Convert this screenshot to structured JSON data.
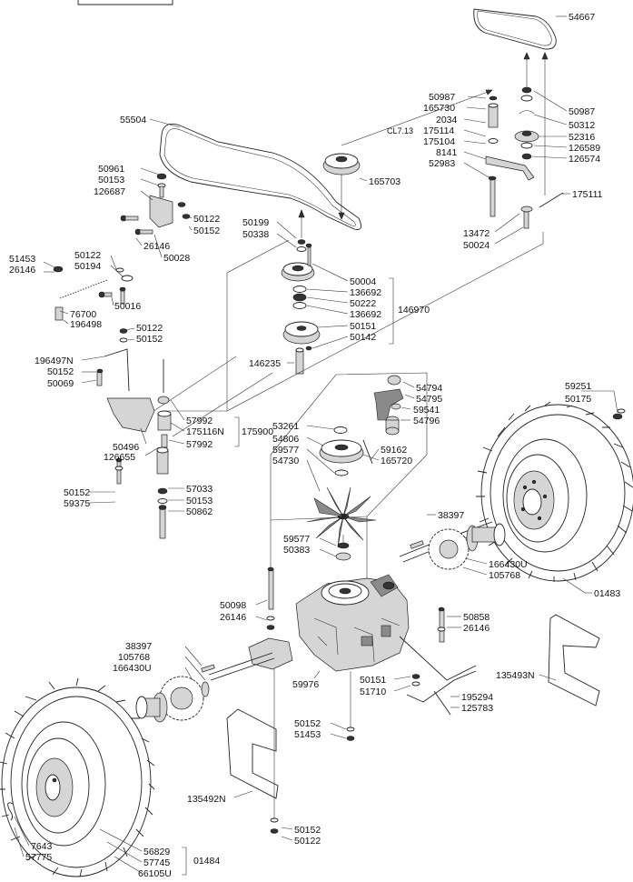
{
  "labels": {
    "p54667": "54667",
    "p50987a": "50987",
    "p165730": "165730",
    "p2034": "2034",
    "cl": "CL7.13",
    "p175114": "175114",
    "p175104": "175104",
    "p8141": "8141",
    "p52983": "52983",
    "p50987b": "50987",
    "p50312": "50312",
    "p52316": "52316",
    "p126589": "126589",
    "p126574": "126574",
    "p175111": "175111",
    "p13472": "13472",
    "p50024": "50024",
    "p55504": "55504",
    "p165703": "165703",
    "p50961": "50961",
    "p50153a": "50153",
    "p126687": "126687",
    "p50122a": "50122",
    "p50152a": "50152",
    "p26146a": "26146",
    "p50028": "50028",
    "p50199": "50199",
    "p50338": "50338",
    "p50004": "50004",
    "p136692a": "136692",
    "p50222": "50222",
    "p136692b": "136692",
    "p50151a": "50151",
    "p50142": "50142",
    "p146970": "146970",
    "p146235": "146235",
    "p51453a": "51453",
    "p26146b": "26146",
    "p50122b": "50122",
    "p50194": "50194",
    "p50016": "50016",
    "p76700": "76700",
    "p196498": "196498",
    "p50122c": "50122",
    "p50152b": "50152",
    "p196497n": "196497N",
    "p50152c": "50152",
    "p50069": "50069",
    "p57992a": "57992",
    "p175116n": "175116N",
    "p175900": "175900",
    "p50496": "50496",
    "p57992b": "57992",
    "p126655": "126655",
    "p50152d": "50152",
    "p59375": "59375",
    "p57033": "57033",
    "p50153b": "50153",
    "p50862": "50862",
    "p54794": "54794",
    "p54795": "54795",
    "p59541": "59541",
    "p54796": "54796",
    "p53261": "53261",
    "p54806": "54806",
    "p59577a": "59577",
    "p54730": "54730",
    "p59162": "59162",
    "p165720": "165720",
    "p59251": "59251",
    "p50175": "50175",
    "p38397a": "38397",
    "p59577b": "59577",
    "p50383": "50383",
    "p166430ua": "166430U",
    "p105768a": "105768",
    "p01483": "01483",
    "p50098": "50098",
    "p26146c": "26146",
    "p50858": "50858",
    "p26146d": "26146",
    "p38397b": "38397",
    "p105768b": "105768",
    "p166430ub": "166430U",
    "p59976": "59976",
    "p50151b": "50151",
    "p51710": "51710",
    "p195294": "195294",
    "p125783": "125783",
    "p135493n": "135493N",
    "p50152e": "50152",
    "p51453b": "51453",
    "p135492n": "135492N",
    "p50152f": "50152",
    "p50122d": "50122",
    "p7643": "7643",
    "p57775": "57775",
    "p56829": "56829",
    "p57745": "57745",
    "p66105u": "66105U",
    "p01484": "01484"
  }
}
